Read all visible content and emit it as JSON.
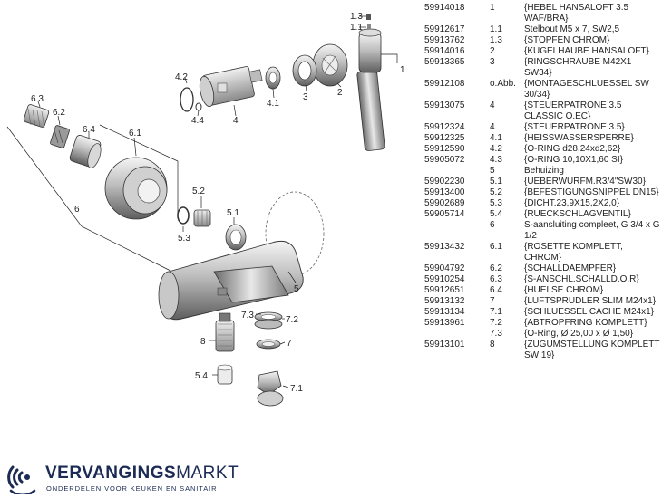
{
  "diagram": {
    "labels": {
      "l1_3": "1.3",
      "l1_1": "1.1",
      "l1": "1",
      "l2": "2",
      "l3": "3",
      "l4_1": "4.1",
      "l4_2": "4.2",
      "l4_4": "4.4",
      "l4": "4",
      "l6_3": "6.3",
      "l6_2": "6.2",
      "l6_4": "6.4",
      "l6_1": "6.1",
      "l6": "6",
      "l5_2": "5.2",
      "l5_3": "5.3",
      "l5_1": "5.1",
      "l5": "5",
      "l7_3": "7.3",
      "l7_2": "7.2",
      "l7": "7",
      "l8": "8",
      "l5_4": "5.4",
      "l7_1": "7.1"
    }
  },
  "parts": [
    {
      "article": "59914018",
      "pos": "1",
      "desc": "{HEBEL HANSALOFT 3.5 WAF/BRA}"
    },
    {
      "article": "59912617",
      "pos": "1.1",
      "desc": "Stelbout M5 x 7, SW2,5"
    },
    {
      "article": "59913762",
      "pos": "1.3",
      "desc": "{STOPFEN CHROM}"
    },
    {
      "article": "59914016",
      "pos": "2",
      "desc": "{KUGELHAUBE HANSALOFT}"
    },
    {
      "article": "59913365",
      "pos": "3",
      "desc": "{RINGSCHRAUBE M42X1 SW34}"
    },
    {
      "article": "59912108",
      "pos": "o.Abb.",
      "desc": "{MONTAGESCHLUESSEL SW 30/34}"
    },
    {
      "article": "59913075",
      "pos": "4",
      "desc": "{STEUERPATRONE 3.5 CLASSIC O.EC}"
    },
    {
      "article": "59912324",
      "pos": "4",
      "desc": "{STEUERPATRONE 3.5}"
    },
    {
      "article": "59912325",
      "pos": "4.1",
      "desc": "{HEISSWASSERSPERRE}"
    },
    {
      "article": "59912590",
      "pos": "4.2",
      "desc": "{O-RING d28,24xd2,62}"
    },
    {
      "article": "59905072",
      "pos": "4.3",
      "desc": "{O-RING 10,10X1,60 SI}"
    },
    {
      "article": "",
      "pos": "5",
      "desc": "Behuizing"
    },
    {
      "article": "59902230",
      "pos": "5.1",
      "desc": "{UEBERWURFM.R3/4\"SW30}"
    },
    {
      "article": "59913400",
      "pos": "5.2",
      "desc": "{BEFESTIGUNGSNIPPEL DN15}"
    },
    {
      "article": "59902689",
      "pos": "5.3",
      "desc": "{DICHT.23,9X15,2X2,0}"
    },
    {
      "article": "59905714",
      "pos": "5.4",
      "desc": "{RUECKSCHLAGVENTIL}"
    },
    {
      "article": "",
      "pos": "6",
      "desc": "S-aansluiting compleet, G 3/4 x G 1/2"
    },
    {
      "article": "59913432",
      "pos": "6.1",
      "desc": "{ROSETTE KOMPLETT, CHROM}"
    },
    {
      "article": "59904792",
      "pos": "6.2",
      "desc": "{SCHALLDAEMPFER}"
    },
    {
      "article": "59910254",
      "pos": "6.3",
      "desc": "{S-ANSCHL.SCHALLD.O.R}"
    },
    {
      "article": "59912651",
      "pos": "6.4",
      "desc": "{HUELSE CHROM}"
    },
    {
      "article": "59913132",
      "pos": "7",
      "desc": "{LUFTSPRUDLER SLIM M24x1}"
    },
    {
      "article": "59913134",
      "pos": "7.1",
      "desc": "{SCHLUESSEL CACHE M24x1}"
    },
    {
      "article": "59913961",
      "pos": "7.2",
      "desc": "{ABTROPFRING KOMPLETT}"
    },
    {
      "article": "",
      "pos": "7.3",
      "desc": "{O-Ring, Ø 25,00 x Ø 1,50}"
    },
    {
      "article": "59913101",
      "pos": "8",
      "desc": "{ZUGUMSTELLUNG KOMPLETT SW 19}"
    }
  ],
  "brand": {
    "name_bold": "VERVANGINGS",
    "name_light": "MARKT",
    "tagline": "ONDERDELEN VOOR KEUKEN EN SANITAIR",
    "color": "#1b2b54"
  }
}
